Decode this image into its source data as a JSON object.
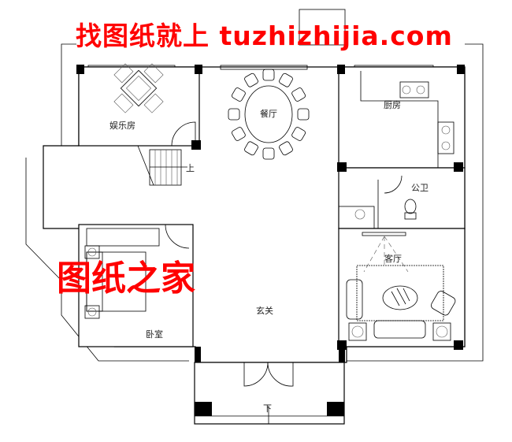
{
  "watermarks": {
    "top": "找图纸就上 tuzhizhijia.com",
    "middle": "图纸之家"
  },
  "rooms": {
    "entertainment": "娱乐房",
    "dining": "餐厅",
    "kitchen": "厨房",
    "public_bath": "公卫",
    "living": "客厅",
    "bedroom": "卧室",
    "foyer": "玄关"
  },
  "stairs": {
    "up": "上",
    "down": "下"
  },
  "colors": {
    "watermark": "#ff0000",
    "lines": "#000000"
  }
}
